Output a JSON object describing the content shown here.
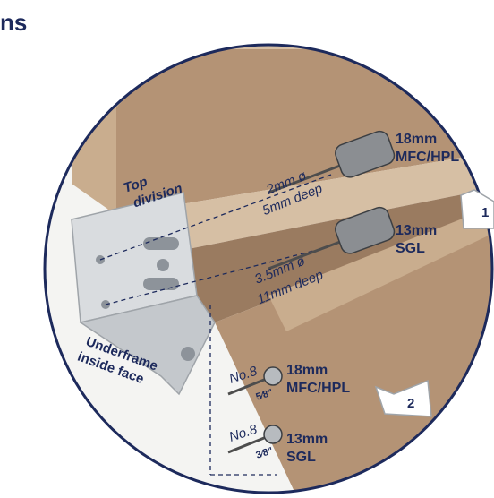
{
  "heading": "ns",
  "colors": {
    "navy": "#1d2a5c",
    "wood_top": "#d6bfa4",
    "wood_side": "#b49375",
    "wood_dark": "#9a7b60",
    "metal": "#d9dcdf",
    "callout_fill": "#ffffff"
  },
  "labels": {
    "top_division": [
      "Top",
      "division"
    ],
    "underframe": [
      "Underframe",
      "inside face"
    ],
    "drill_18": [
      "2mm ø",
      "5mm deep"
    ],
    "drill_13": [
      "3.5mm ø",
      "11mm deep"
    ],
    "dowel_18": [
      "18mm",
      "MFC/HPL"
    ],
    "dowel_13": [
      "13mm",
      "SGL"
    ],
    "screw_18": [
      "18mm",
      "MFC/HPL"
    ],
    "screw_13": [
      "13mm",
      "SGL"
    ],
    "screw_size_1": "No.8",
    "screw_size_2": "No.8",
    "screw_len_1": "5⁄8\"",
    "screw_len_2": "3⁄8\"",
    "callout_1": "1",
    "callout_2": "2"
  },
  "icons": [
    "dowel-icon",
    "screw-icon",
    "bracket-icon"
  ]
}
